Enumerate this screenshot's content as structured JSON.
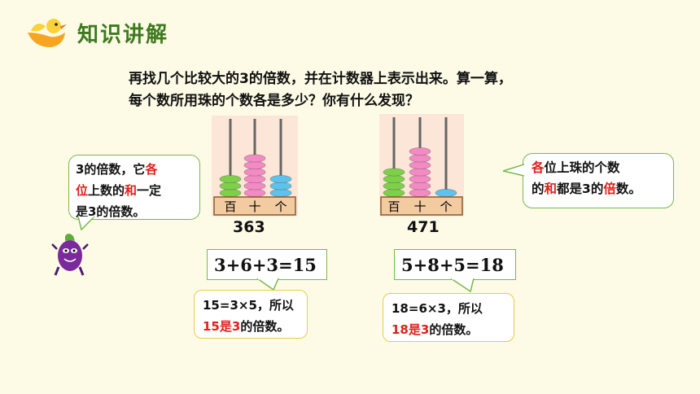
{
  "header": {
    "title": "知识讲解"
  },
  "question": {
    "line1": "再找几个比较大的3的倍数，并在计数器上表示出来。算一算，",
    "line2": "每个数所用珠的个数各是多少？你有什么发现？"
  },
  "left_bubble": {
    "l1a": "3的倍数，它",
    "l1b": "各",
    "l2a": "位",
    "l2b": "上数的",
    "l2c": "和",
    "l2d": "一定",
    "l3": "是3的倍数。"
  },
  "right_bubble": {
    "l1a": "各",
    "l1b": "位上珠的个数",
    "l2a": "的",
    "l2b": "和",
    "l2c": "都是3的",
    "l2d": "倍",
    "l2e": "数。"
  },
  "abacus_labels": {
    "hundreds": "百",
    "tens": "十",
    "ones": "个"
  },
  "abacus1": {
    "number": "363",
    "beads": [
      3,
      6,
      3
    ]
  },
  "abacus2": {
    "number": "471",
    "beads": [
      4,
      7,
      1
    ]
  },
  "equation1": "3+6+3=15",
  "equation2": "5+8+5=18",
  "note1": {
    "l1": "15=3×5，所以",
    "l2a": "15是3",
    "l2b": "的倍数。"
  },
  "note2": {
    "l1": "18=6×3，所以",
    "l2a": "18是3",
    "l2b": "的倍数。"
  },
  "colors": {
    "title": "#3d7a1f",
    "red": "#e0201b",
    "green_border": "#79b84b",
    "yellow_border": "#f0c84a",
    "bead_green": "#7ed04a",
    "bead_pink": "#f28bc4",
    "bead_blue": "#5ec2ea"
  }
}
